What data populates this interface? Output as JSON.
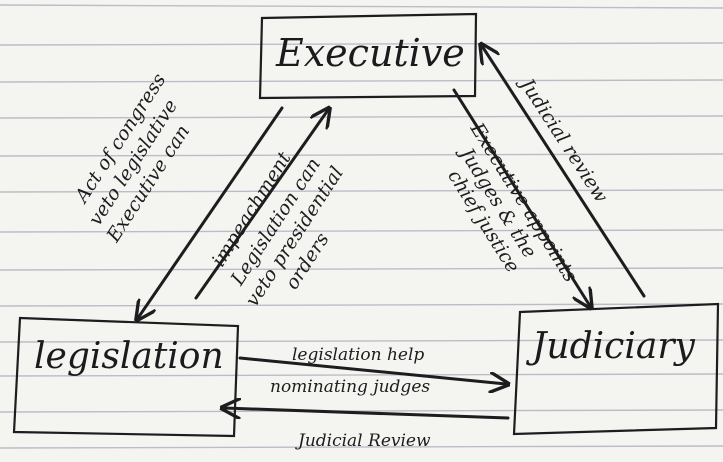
{
  "nodes": {
    "executive": "Executive",
    "legislation": "legislation",
    "judiciary": "Judiciary"
  },
  "edges": {
    "exec_to_leg": [
      "Executive can",
      "veto legislative",
      "Act of congress"
    ],
    "leg_to_exec_impeachment": "impeachment",
    "leg_to_exec_veto": [
      "Legislation can",
      "veto presidential",
      "orders"
    ],
    "jud_to_exec": "Judicial review",
    "exec_to_jud": [
      "Executive appoints",
      "Judges & the",
      "chief justice"
    ],
    "leg_to_jud": [
      "legislation help",
      "nominating judges"
    ],
    "jud_to_leg": "Judicial Review"
  },
  "colors": {
    "paper": "#f4f4f1",
    "ruled_line": "#b9bec6",
    "ink": "#1d1d1f"
  }
}
